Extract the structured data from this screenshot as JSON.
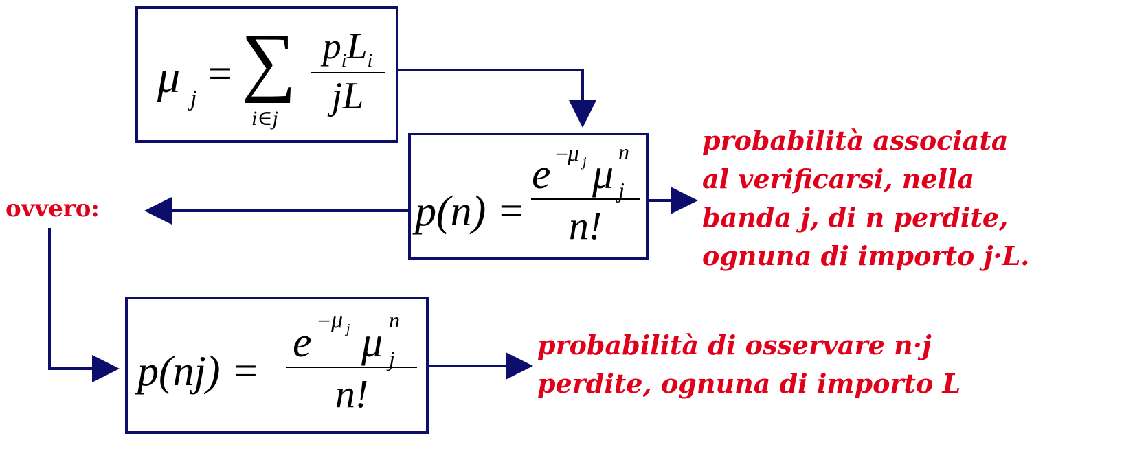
{
  "colors": {
    "box_border": "#0d0d6b",
    "arrow": "#0d0d6b",
    "label_text": "#e0001a"
  },
  "formula_mu": {
    "lhs_symbol": "μ",
    "lhs_subscript": "j",
    "equals": "=",
    "sum_symbol": "∑",
    "sum_subscript": "i∈j",
    "numerator_p": "p",
    "numerator_p_sub": "i",
    "numerator_L": "L",
    "numerator_L_sub": "i",
    "denominator": "jL"
  },
  "formula_pn": {
    "lhs": "p(n) =",
    "base": "e",
    "exp_minus": "−",
    "exp_mu": "μ",
    "exp_sub": "j",
    "mu": "μ",
    "mu_sup": "n",
    "mu_sub": "j",
    "denominator": "n!"
  },
  "formula_pnj": {
    "lhs": "p(nj) =",
    "base": "e",
    "exp_minus": "−",
    "exp_mu": "μ",
    "exp_sub": "j",
    "mu": "μ",
    "mu_sup": "n",
    "mu_sub": "j",
    "denominator": "n!"
  },
  "ovvero_label": "ovvero:",
  "desc_pn_lines": [
    "probabilità associata",
    "al verificarsi, nella",
    "banda j, di n perdite,",
    "ognuna di importo j·L."
  ],
  "desc_pnj_lines": [
    "probabilità di osservare n·j",
    "perdite, ognuna di importo L"
  ]
}
